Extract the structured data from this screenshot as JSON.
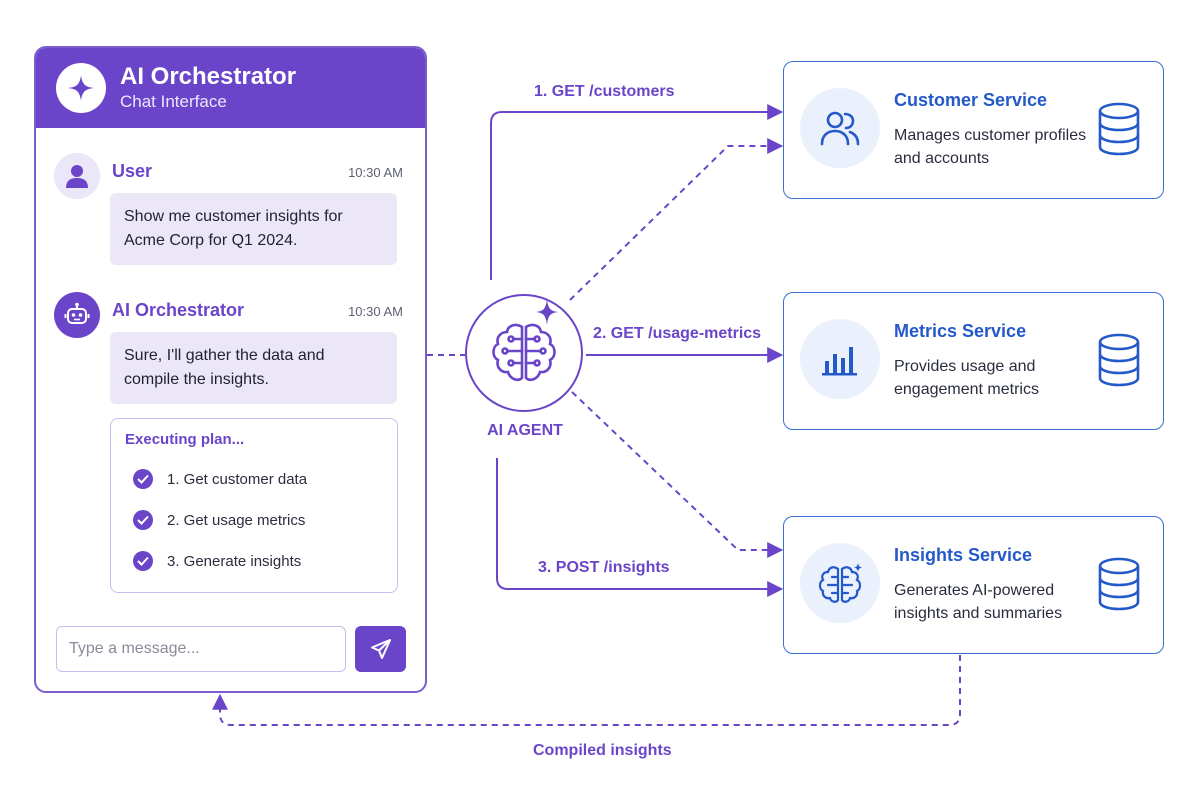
{
  "chat": {
    "title": "AI Orchestrator",
    "subtitle": "Chat Interface",
    "messages": [
      {
        "sender": "User",
        "time": "10:30 AM",
        "text": "Show me customer insights for Acme Corp for Q1 2024."
      },
      {
        "sender": "AI Orchestrator",
        "time": "10:30 AM",
        "text": "Sure, I'll gather the data and compile the insights."
      }
    ],
    "plan": {
      "title": "Executing plan...",
      "steps": [
        "1. Get customer data",
        "2. Get usage metrics",
        "3. Generate insights"
      ]
    },
    "input_placeholder": "Type a message..."
  },
  "agent": {
    "label": "AI AGENT"
  },
  "edges": {
    "customers": "1. GET /customers",
    "usage": "2. GET /usage-metrics",
    "insights": "3. POST /insights",
    "return": "Compiled insights"
  },
  "services": [
    {
      "title": "Customer Service",
      "description": "Manages customer profiles and accounts",
      "icon": "users-icon"
    },
    {
      "title": "Metrics Service",
      "description": "Provides usage and engagement metrics",
      "icon": "bar-chart-icon"
    },
    {
      "title": "Insights Service",
      "description": "Generates AI-powered insights and summaries",
      "icon": "brain-icon"
    }
  ],
  "colors": {
    "accent": "#6a45c9",
    "service": "#2459c9",
    "bubble": "#ebe7f6"
  }
}
